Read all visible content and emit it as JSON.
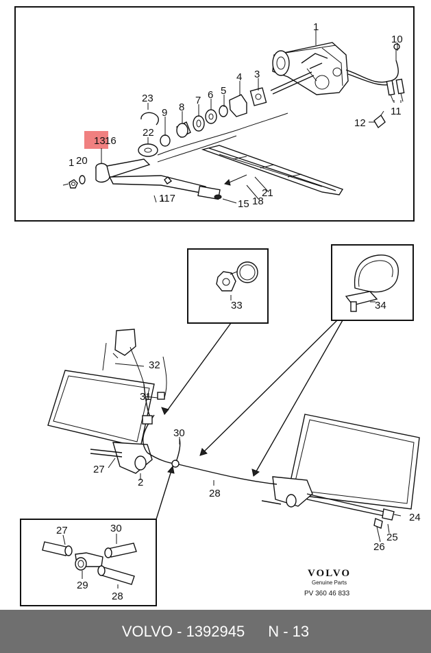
{
  "callouts": {
    "c1": "1",
    "c2": "2",
    "c3": "3",
    "c4": "4",
    "c5": "5",
    "c6": "6",
    "c7": "7",
    "c8": "8",
    "c9": "9",
    "c10": "10",
    "c11": "11",
    "c12": "12",
    "c13": "13",
    "c16top": "16",
    "c_1": "1",
    "c20": "20",
    "c21": "21",
    "c22": "22",
    "c23": "23",
    "c117": "117",
    "c15": "15",
    "c18": "18",
    "c24": "24",
    "c25": "25",
    "c26": "26",
    "c27a": "27",
    "c27b": "27",
    "c28a": "28",
    "c28b": "28",
    "c29": "29",
    "c30a": "30",
    "c30b": "30",
    "c31": "31",
    "c32": "32",
    "c33": "33",
    "c34": "34"
  },
  "brand": {
    "name": "VOLVO",
    "subtitle": "Genuine Parts",
    "pv_number": "PV  360 46 833"
  },
  "colors": {
    "highlight": "#f08080",
    "footer_bg": "#6f6f6f",
    "footer_text": "#ffffff"
  },
  "footer": {
    "brand": "VOLVO - 1392945",
    "page": "N - 13"
  }
}
